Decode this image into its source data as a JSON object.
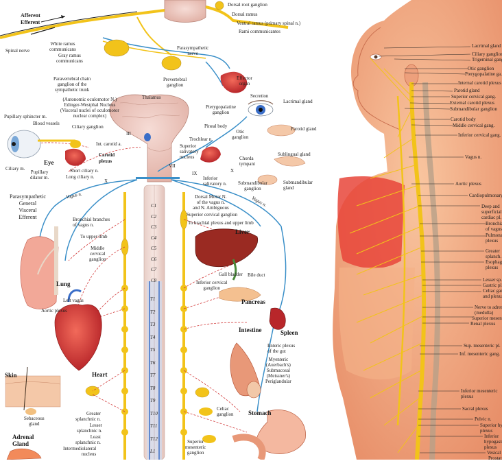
{
  "left": {
    "top": {
      "afferent": "Afferent",
      "efferent": "Efferent",
      "spinal_nerve": "Spinal nerve",
      "white_ramus": "White ramus\ncommunicans",
      "gray_ramus": "Gray ramus\ncommunicans",
      "paravertebral": "Paravertebral chain\nganglion of the\nsympathetic trunk",
      "dorsal_root_ganglion": "Dorsal root ganglion",
      "dorsal_ramus": "Dorsal ramus",
      "ventral_ramus": "Ventral ramus (primary spinal n.)",
      "rami_communicantes": "Rami communicantes",
      "parasympathetic_nerve": "Parasympathetic\nnerve",
      "prevertebral_ganglion": "Prevertebral\nganglion",
      "effector_organ": "Effector\norgan"
    },
    "head": {
      "thalamus": "Thalamus",
      "edinger": "(Autonomic oculomotor N.)\nEdinger-Westphal Nucleus\n(Visceral nuclei of oculomotor\nnuclear complex)",
      "pineal_body": "Pineal body",
      "pterygopalatine": "Pterygopalatine\nganglion",
      "secretion": "Secretion",
      "lacrimal_gland": "Lacrimal gland",
      "parotid_gland": "Parotid gland",
      "otic_ganglion": "Otic\nganglion",
      "trochlear": "Trochlear n.",
      "superior_salivatory": "Superior\nsalivatory\nnucleus",
      "chorda_tympani": "Chorda\ntympani",
      "sublingual_gland": "Sublingual gland",
      "submandibular_ganglion": "Submandibular\nganglion",
      "submandibular_gland": "Submandibular\ngland",
      "inferior_salivatory": "Inferior\nsalivatory n.",
      "pupillary_sphincter": "Pupillary sphincter m.",
      "blood_vessels": "Blood vessels",
      "ciliary_ganglion": "Ciliary ganglion",
      "roman_iii": "III",
      "roman_vii": "VII",
      "roman_ix": "IX",
      "roman_x_left": "X",
      "roman_x_right": "X",
      "int_carotid": "Int. carotid a.",
      "carotid_plexus": "Carotid\nplexus",
      "eye": "Eye",
      "ciliary_m": "Ciliary m.",
      "pupillary_dilator": "Pupillary\ndilator m.",
      "short_ciliary": "Short ciliary n.",
      "long_ciliary": "Long ciliary n."
    },
    "body": {
      "parasympathetic_title": "Parasympathetic\nGeneral\nVisceral\nEfferent",
      "vagus_left": "Vagus n.",
      "vagus_right": "Vagus n.",
      "dorsal_motor": "Dorsal Motor N.\nof the vagus n.\nand N. Ambiguous",
      "superior_cervical": "Superior cervical ganglion",
      "to_brachial": "To brachial plexus and upper limb",
      "bronchial": "Bronchial branches\nof vagus n.",
      "to_upper_limb": "To upper limb",
      "middle_cervical": "Middle\ncervical\nganglion",
      "lung": "Lung",
      "left_vagus": "Left vagus",
      "aortic_plexus": "Aortic plexus",
      "heart": "Heart",
      "liver": "Liver",
      "gall_bladder": "Gall bladder",
      "bile_duct": "Bile duct",
      "inferior_cervical": "Inferior cervical\nganglion",
      "pancreas": "Pancreas",
      "spleen": "Spleen",
      "intestine": "Intestine",
      "enteric": "Enteric plexus\nof the gut",
      "myenteric": "Myenteric\n(Auerbach's)\nSubmucosal\n(Meissner's)\nPeriglandular",
      "skin": "Skin",
      "sebaceous": "Sebaceous\ngland",
      "adrenal": "Adrenal\nGland",
      "greater_splanchnic": "Greater\nsplanchnic n.",
      "lesser_splanchnic": "Lesser\nsplanchnic n.",
      "least_splanchnic": "Least\nsplanchnic n.",
      "intermediolateral": "Intermediolateral\nnucleus",
      "celiac_ganglion": "Celiac\nganglion",
      "superior_mesenteric": "Superior\nmesenteric\nganglion",
      "stomach": "Stomach",
      "cervical_levels": [
        "C1",
        "C2",
        "C3",
        "C4",
        "C5",
        "C6",
        "C7",
        "C8"
      ],
      "thoracic_levels": [
        "T1",
        "T2",
        "T3",
        "T4",
        "T5",
        "T6",
        "T7",
        "T8",
        "T9",
        "T10",
        "T11",
        "T12",
        "L1"
      ]
    }
  },
  "right": {
    "labels": [
      "Lacrimal gland",
      "Ciliary ganglion",
      "Trigeminal gang.",
      "Otic ganglion",
      "Pterygopalatine ga.",
      "Internal carotid plexus",
      "Parotid gland",
      "Superior cervical gang.",
      "External carotid plexus",
      "Submandibular ganglion",
      "Carotid body",
      "Middle cervical gang.",
      "Inferior cervical gang.",
      "Vagus n.",
      "Aortic plexus",
      "Cardiopulmonary",
      "Deep and",
      "superficial",
      "cardiac pl.",
      "Bronchial",
      "of vagus",
      "Pulmonary",
      "plexus",
      "Greater",
      "splanch.",
      "Esophageal",
      "plexus",
      "Lesser sp.",
      "Gastric pl.",
      "Celiac gang.",
      "and plexus",
      "Nerve to adrenal",
      "(medulla)",
      "Superior mesenteric",
      "Renal plexus",
      "Sup. mesenteric pl.",
      "Inf. mesenteric gang.",
      "Inferior mesenteric",
      "plexus",
      "Sacral plexus",
      "Pelvic n.",
      "Superior hypogastric",
      "plexus",
      "Inferior",
      "hypogastric",
      "plexus",
      "Vesical",
      "Prostatic"
    ]
  }
}
